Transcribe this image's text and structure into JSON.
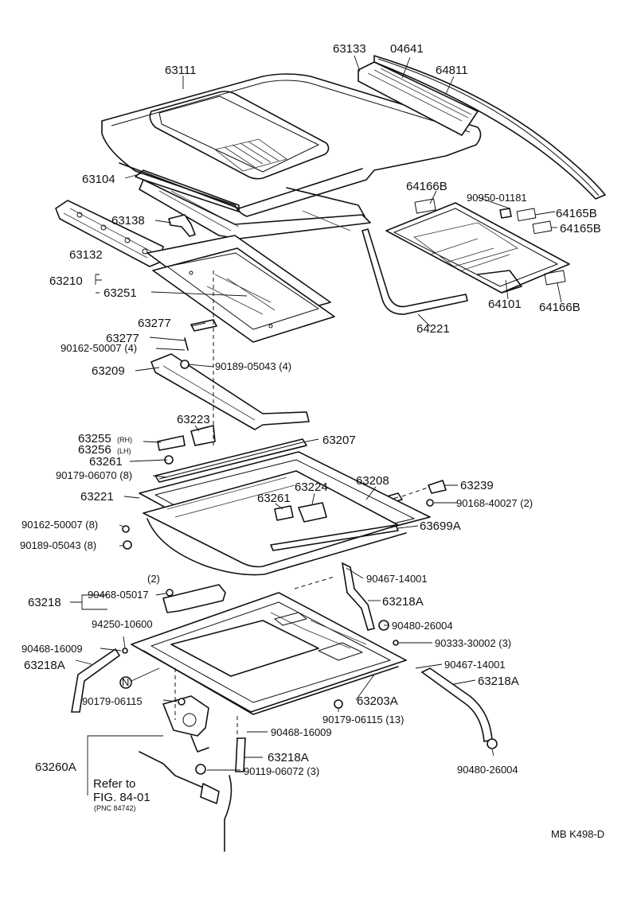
{
  "diagram_code": "MB K498-D",
  "parts": {
    "p63111": "63111",
    "p63133": "63133",
    "p04641": "04641",
    "p64811": "64811",
    "p63104": "63104",
    "p64166B_a": "64166B",
    "p90950": "90950-01181",
    "p64165B_a": "64165B",
    "p64165B_b": "64165B",
    "p63138": "63138",
    "p63132": "63132",
    "p63210": "63210",
    "p63251": "63251",
    "p64101": "64101",
    "p64166B_b": "64166B",
    "p63277_a": "63277",
    "p63277_b": "63277",
    "p90162_a": "90162-50007 (4)",
    "p64221": "64221",
    "p63209": "63209",
    "p90189_a": "90189-05043 (4)",
    "p63223": "63223",
    "p63255": "63255",
    "p63255_sub": "(RH)",
    "p63256": "63256",
    "p63256_sub": "(LH)",
    "p63207": "63207",
    "p63261_a": "63261",
    "p90179_a": "90179-06070 (8)",
    "p63224": "63224",
    "p63208": "63208",
    "p63239": "63239",
    "p63221": "63221",
    "p63261_b": "63261",
    "p90168": "90168-40027 (2)",
    "p90162_b": "90162-50007 (8)",
    "p63699A": "63699A",
    "p90189_b": "90189-05043 (8)",
    "p2": "(2)",
    "p63218": "63218",
    "p90468_a": "90468-05017",
    "p90467_a": "90467-14001",
    "p63218A_a": "63218A",
    "p94250": "94250-10600",
    "p90480_a": "90480-26004",
    "p90468_b": "90468-16009",
    "p90333": "90333-30002 (3)",
    "p63218A_b": "63218A",
    "p90467_b": "90467-14001",
    "p63218A_c": "63218A",
    "pN": "N",
    "p90179_b": "90179-06115",
    "p63203A": "63203A",
    "p90179_c": "90179-06115 (13)",
    "p90468_c": "90468-16009",
    "p63260A": "63260A",
    "p63218A_d": "63218A",
    "p90119": "90119-06072 (3)",
    "p90480_b": "90480-26004",
    "ref1": "Refer to",
    "ref2": "FIG. 84-01",
    "ref3": "(PNC 84742)"
  }
}
